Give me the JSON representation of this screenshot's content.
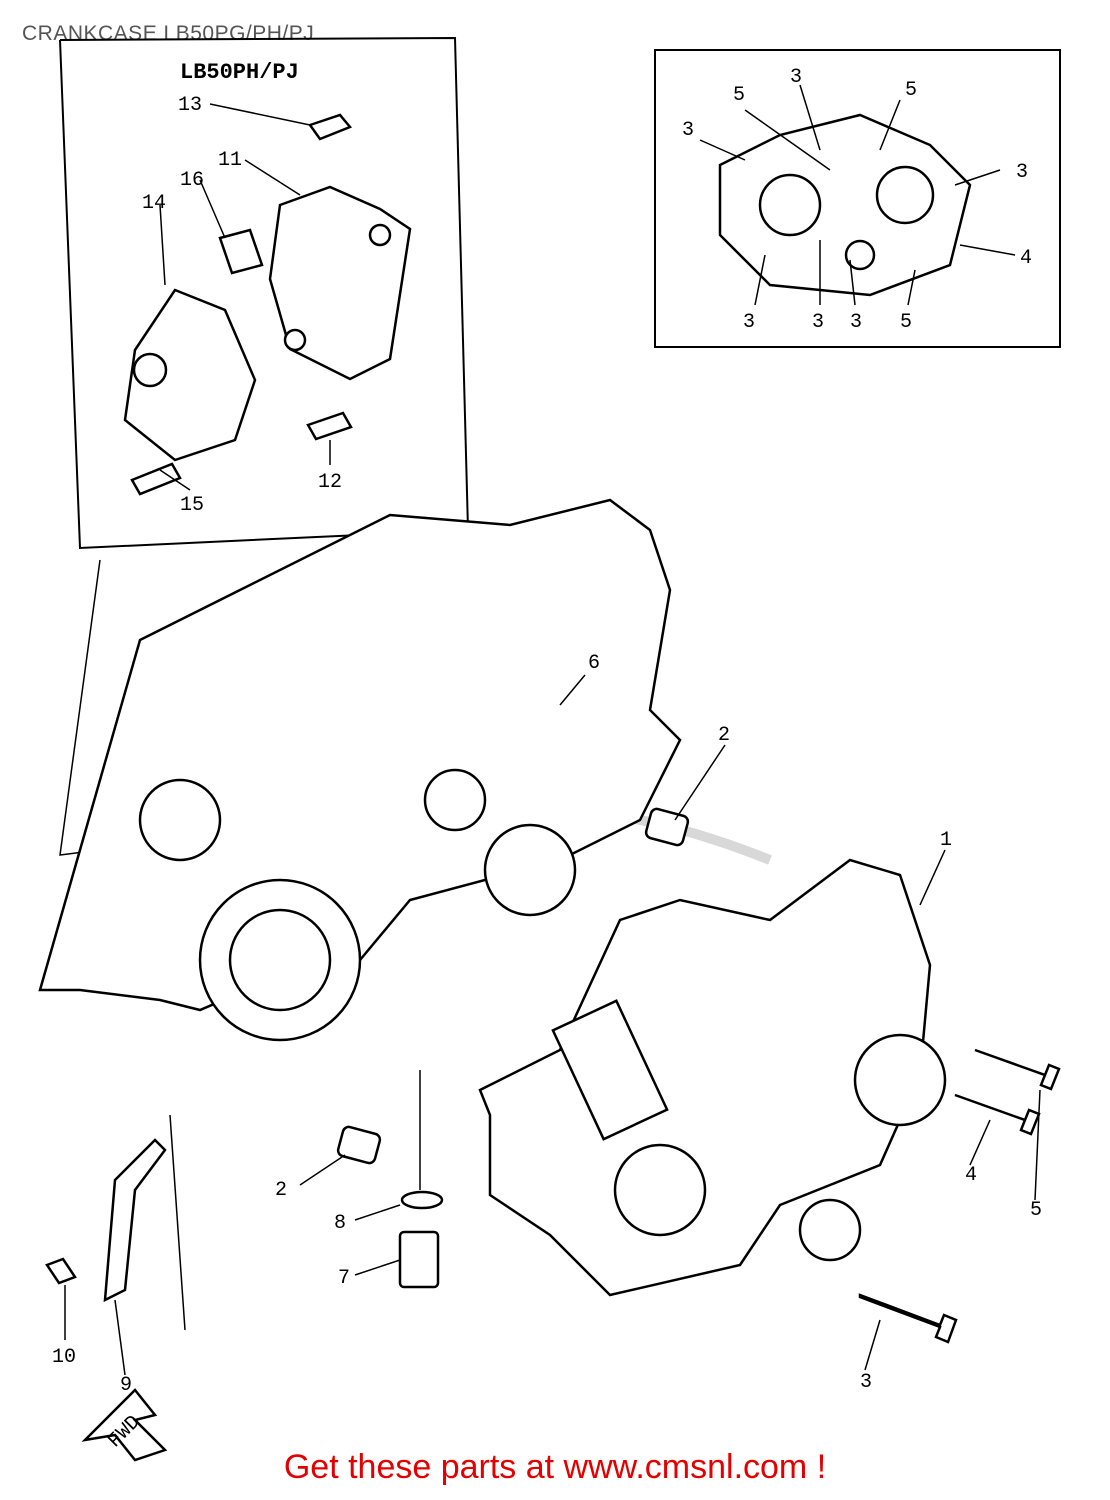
{
  "page_title": "CRANKCASE LB50PG/PH/PJ",
  "inset_title": "LB50PH/PJ",
  "footer_cta": "Get these parts at www.cmsnl.com !",
  "fwd_label": "FWD",
  "callouts": {
    "inset_left": [
      "13",
      "11",
      "16",
      "14",
      "12",
      "15"
    ],
    "inset_right": [
      "3",
      "5",
      "5",
      "3",
      "3",
      "4",
      "3",
      "3",
      "3",
      "5"
    ],
    "main": [
      "6",
      "2",
      "1",
      "2",
      "8",
      "7",
      "10",
      "9",
      "4",
      "5",
      "3"
    ]
  },
  "colors": {
    "footer": "#e30000",
    "line": "#000000",
    "title": "#555555",
    "watermark": "#d8d8d8"
  }
}
